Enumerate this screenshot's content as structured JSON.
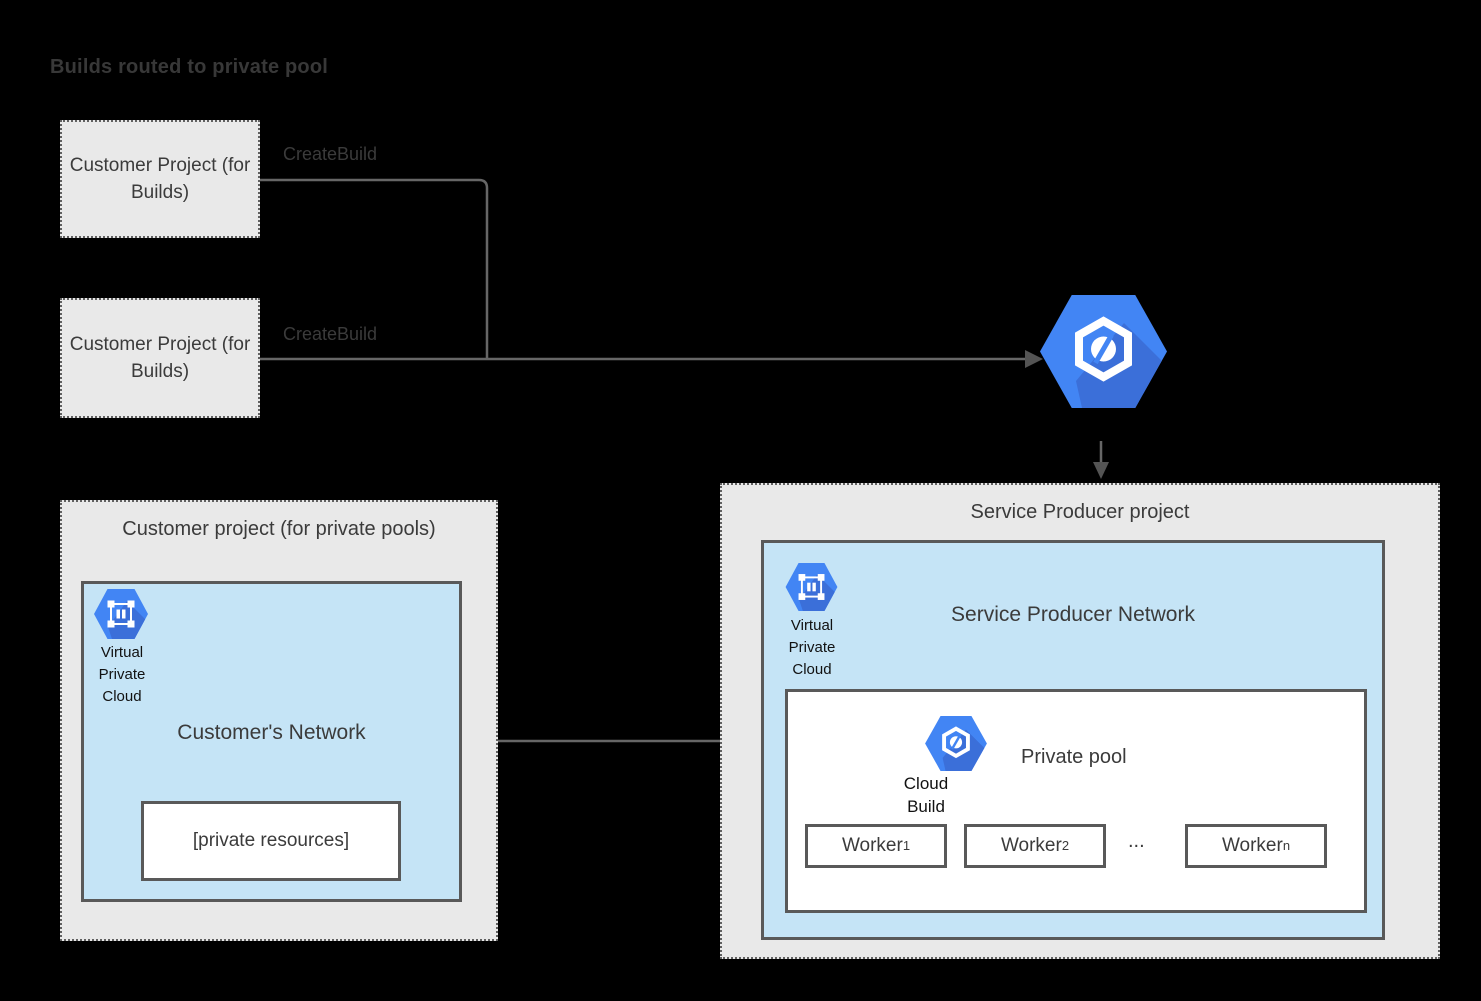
{
  "diagram_title": "Builds routed to private pool",
  "colors": {
    "background": "#000000",
    "project_fill": "#e9e9e9",
    "network_fill": "#c5e4f6",
    "border_dark": "#595959",
    "connector_gray": "#666666",
    "icon_blue": "#4285f4",
    "icon_blue_shadow": "#3b6fd9",
    "text_dark": "#3b3b3b"
  },
  "icons": {
    "cloud_build": "cloud-build-icon",
    "vpc": "virtual-private-cloud-icon"
  },
  "build_projects": [
    {
      "label": "Customer Project (for Builds)",
      "action_label": "CreateBuild"
    },
    {
      "label": "Customer Project (for Builds)",
      "action_label": "CreateBuild"
    }
  ],
  "customer_pool_project": {
    "title": "Customer project (for private pools)",
    "network": {
      "title": "Customer's Network",
      "vpc_label": "Virtual Private Cloud",
      "private_resources_label": "[private resources]"
    }
  },
  "service_producer_project": {
    "title": "Service Producer project",
    "network": {
      "title": "Service Producer Network",
      "vpc_label": "Virtual Private Cloud",
      "private_pool": {
        "title": "Private pool",
        "cloud_build_label": "Cloud Build",
        "workers": [
          {
            "base": "Worker",
            "sub": "1"
          },
          {
            "base": "Worker",
            "sub": "2"
          },
          {
            "base": "Worker",
            "sub": "n"
          }
        ],
        "ellipsis": "..."
      }
    }
  }
}
